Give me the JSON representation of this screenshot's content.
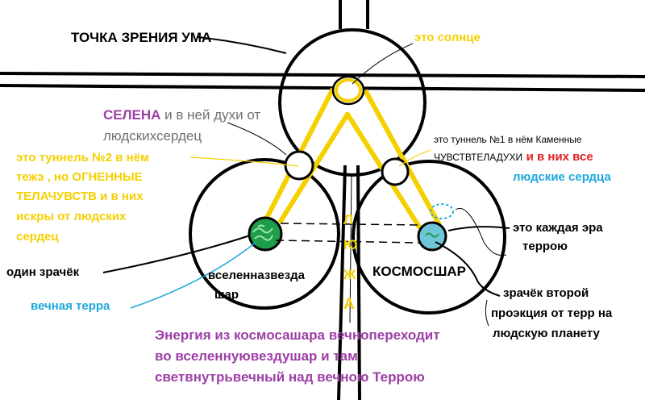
{
  "labels": {
    "mind_viewpoint": "ТОЧКА ЗРЕНИЯ УМА",
    "sun": "это солнце",
    "selena_title": "СЕЛЕНА",
    "selena_rest_1": "и в ней духи от",
    "selena_rest_2": "людскихсердец",
    "tunnel2_line1": "это туннель №2 в нём",
    "tunnel2_line2": "тежэ , но ОГНЕННЫЕ",
    "tunnel2_line3": "ТЕЛАЧУВСТВ и в них",
    "tunnel2_line4": "искры от людских",
    "tunnel2_line5": "сердец",
    "tunnel1_line1": "это туннель №1 в нём Каменные",
    "tunnel1_line2a": "ЧУВСТВТЕЛАДУХИ",
    "tunnel1_line2b": "и в них все",
    "human_hearts": "людские сердца",
    "each_era": "это каждая эра",
    "terror": "террою",
    "one_pupil": "один зрачёк",
    "universe_ball_1": "вселенназвезда",
    "universe_ball_2": "шар",
    "cosmos_ball": "КОСМОСШАР",
    "eternal_terra": "вечная терра",
    "second_pupil_1": "зрачёк второй",
    "second_pupil_2": "проэкция от терр на",
    "second_pupil_3": "людскую планету",
    "energy_1": "Энергия из космосашара вечнопереходит",
    "energy_2": "во вселеннуювездушар и там",
    "energy_3": "светвнутрьвечный над вечною Террою",
    "pillar_letters": [
      "Л",
      "Ю",
      "Ж",
      "А"
    ]
  },
  "colors": {
    "yellow": "#f5d000",
    "purple": "#9c3fa6",
    "blue": "#1ea7dc",
    "gray": "#707070",
    "red": "#e02020",
    "pupil_green": "#1e9e4a",
    "pupil_teal": "#6fc6d8"
  }
}
